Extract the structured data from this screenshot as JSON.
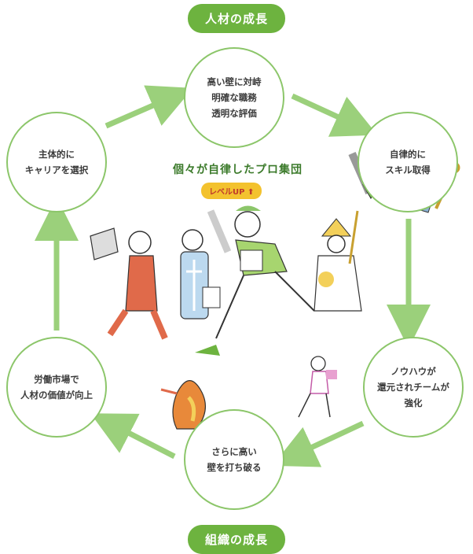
{
  "top_label": "人材の成長",
  "bottom_label": "組織の成長",
  "center": {
    "title": "個々が自律したプロ集団",
    "badge": "レベルUP"
  },
  "nodes": {
    "top": [
      "高い壁に対峙",
      "明確な職務",
      "透明な評価"
    ],
    "right_top": [
      "自律的に",
      "スキル取得"
    ],
    "right_bottom": [
      "ノウハウが",
      "還元されチームが",
      "強化"
    ],
    "bottom": [
      "さらに高い",
      "壁を打ち破る"
    ],
    "left_bottom": [
      "労働市場で",
      "人材の価値が向上"
    ],
    "left_top": [
      "主体的に",
      "キャリアを選択"
    ]
  },
  "colors": {
    "accent": "#6db33f",
    "ring": "#8cc66a",
    "arrow": "#9bd07b",
    "badge": "#f3c22e"
  }
}
